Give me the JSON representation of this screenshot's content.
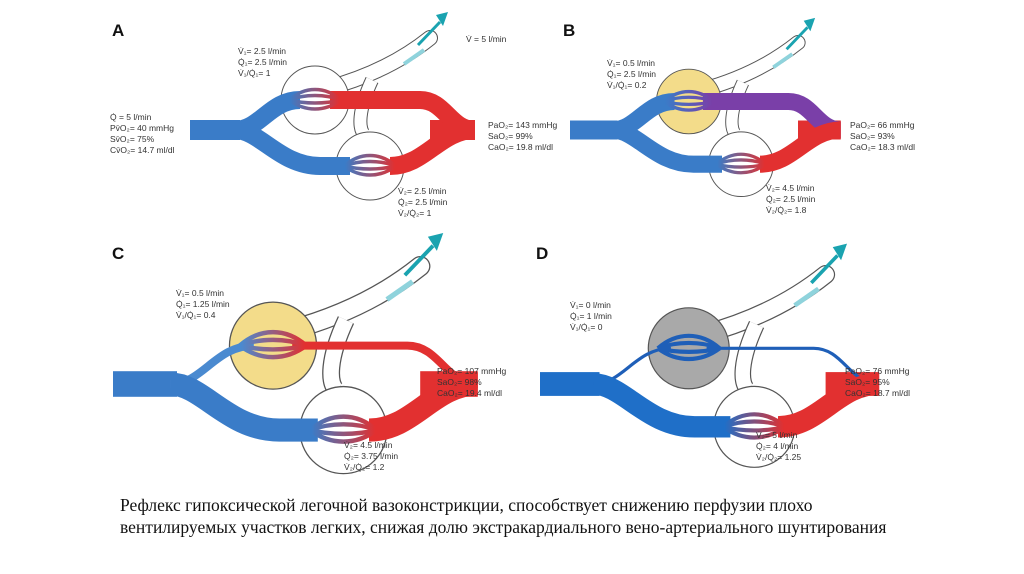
{
  "panels": [
    {
      "letter": "A",
      "total": "V̇ = 5 l/min",
      "inflow": [
        "Q̇ = 5 l/min",
        "Pv̄O₂= 40 mmHg",
        "Sv̄O₂= 75%",
        "Cv̄O₂= 14.7 ml/dl"
      ],
      "unit1": [
        "V̇₁= 2.5 l/min",
        "Q̇₁= 2.5 l/min",
        "V̇₁/Q̇₁= 1"
      ],
      "unit2": [
        "V̇₂= 2.5 l/min",
        "Q̇₂= 2.5 l/min",
        "V̇₂/Q̇₂= 1"
      ],
      "outflow": [
        "PaO₂= 143 mmHg",
        "SaO₂= 99%",
        "CaO₂= 19.8 ml/dl"
      ],
      "colors": {
        "upper_in": "#3a7cc8",
        "upper_out": "#e23030",
        "lower_in": "#3a7cc8",
        "lower_out": "#e23030",
        "alveolus": "none",
        "upper_width": 1
      }
    },
    {
      "letter": "B",
      "unit1": [
        "V̇₁= 0.5 l/min",
        "Q̇₁= 2.5 l/min",
        "V̇₁/Q̇₁= 0.2"
      ],
      "unit2": [
        "V̇₂= 4.5 l/min",
        "Q̇₂= 2.5 l/min",
        "V̇₂/Q̇₂= 1.8"
      ],
      "outflow": [
        "PaO₂= 66 mmHg",
        "SaO₂= 93%",
        "CaO₂= 18.3 ml/dl"
      ],
      "colors": {
        "upper_in": "#3a7cc8",
        "upper_out": "#7a3fa8",
        "lower_in": "#3a7cc8",
        "lower_out": "#e23030",
        "alveolus": "#f3dc8a",
        "upper_width": 1
      }
    },
    {
      "letter": "C",
      "unit1": [
        "V̇₁= 0.5 l/min",
        "Q̇₁= 1.25 l/min",
        "V̇₁/Q̇₁= 0.4"
      ],
      "unit2": [
        "V̇₂= 4.5 l/min",
        "Q̇₂= 3.75 l/min",
        "V̇₂/Q̇₂= 1.2"
      ],
      "outflow": [
        "PaO₂= 107 mmHg",
        "SaO₂= 98%",
        "CaO₂= 19.4 ml/dl"
      ],
      "colors": {
        "upper_in": "#4a8ad0",
        "upper_out": "#e23030",
        "lower_in": "#3a7cc8",
        "lower_out": "#e23030",
        "alveolus": "#f3dc8a",
        "upper_width": 0.35
      }
    },
    {
      "letter": "D",
      "unit1": [
        "V̇₁= 0 l/min",
        "Q̇₁= 1 l/min",
        "V̇₁/Q̇₁= 0"
      ],
      "unit2": [
        "V̇₂= 5 l/min",
        "Q̇₂= 4 l/min",
        "V̇₂/Q̇₂= 1.25"
      ],
      "outflow": [
        "PaO₂= 76 mmHg",
        "SaO₂= 95%",
        "CaO₂= 18.7 ml/dl"
      ],
      "colors": {
        "upper_in": "#1f5fb8",
        "upper_out": "#1f5fb8",
        "lower_in": "#1f6fc8",
        "lower_out": "#e23030",
        "alveolus": "#a9a9a9",
        "upper_width": 0.15
      }
    }
  ],
  "caption": "Рефлекс гипоксической легочной вазоконстрикции, способствует снижению перфузии плохо вентилируемых участков легких, снижая долю экстракардиального вено-артериального шунтирования",
  "colors": {
    "airflow_arrow": "#1aa3b0",
    "outline": "#555555"
  }
}
